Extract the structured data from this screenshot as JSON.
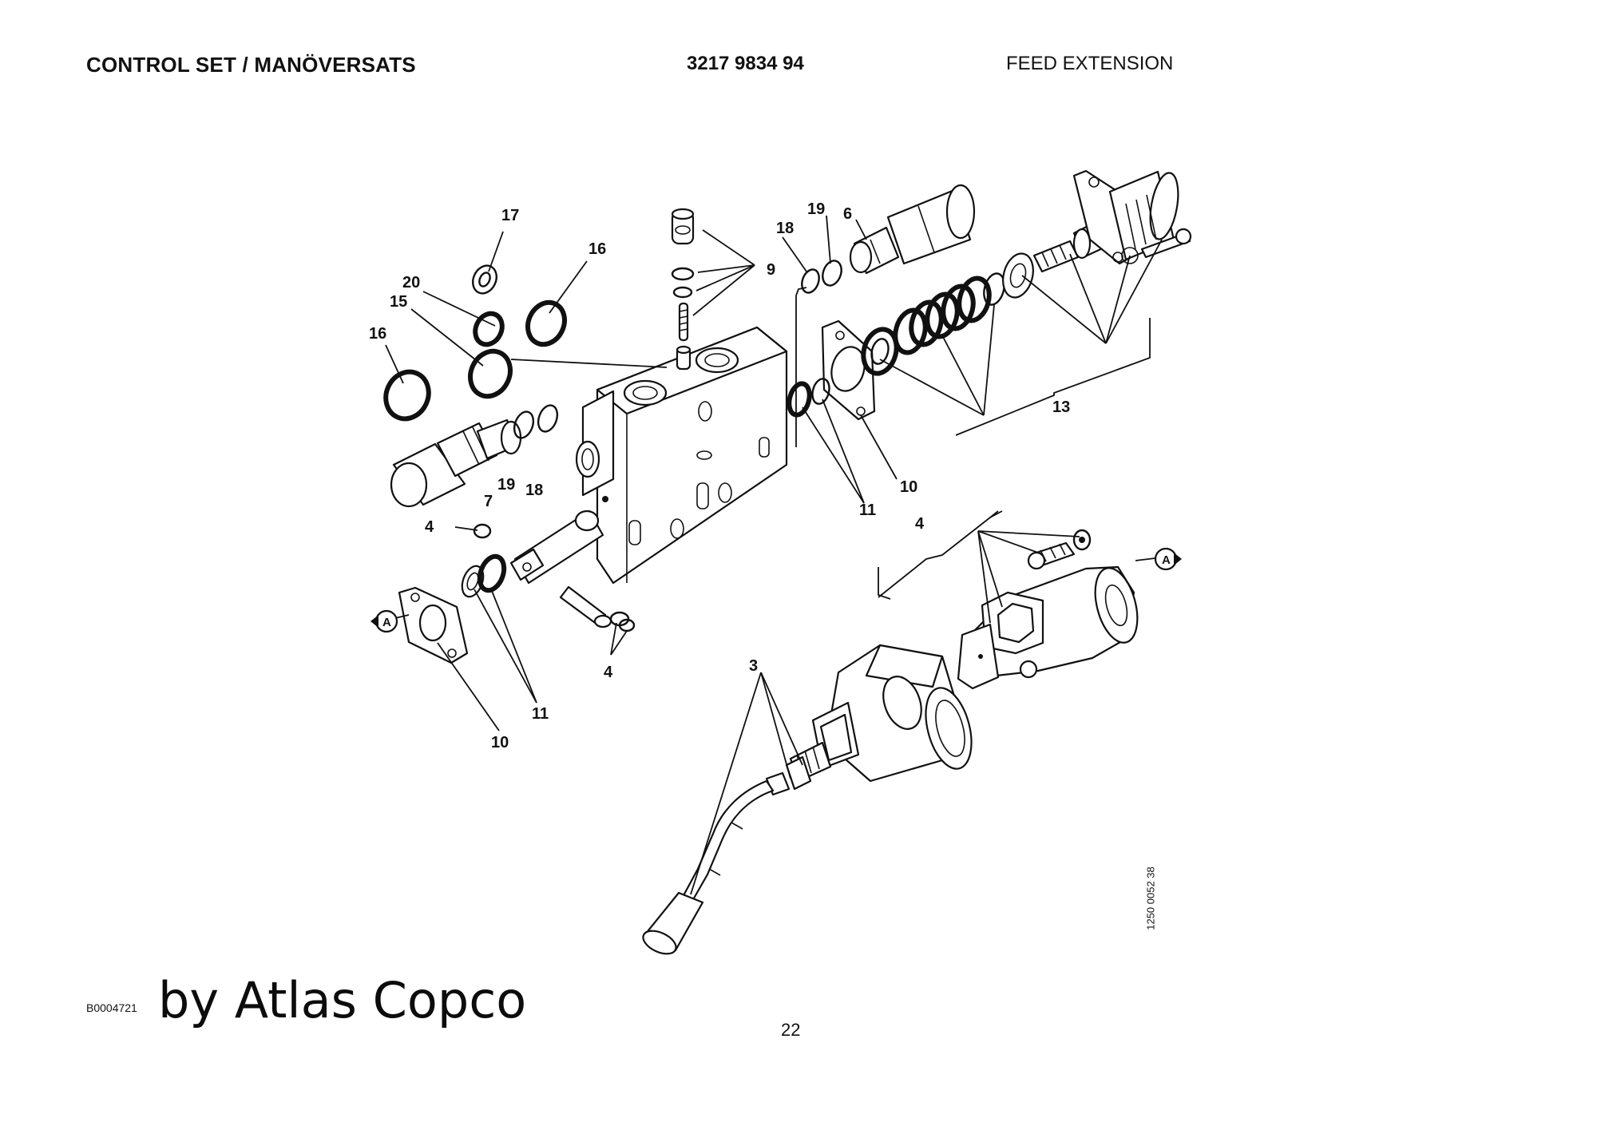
{
  "header": {
    "title": "CONTROL SET / MANÖVERSATS",
    "part_number": "3217 9834 94",
    "section": "FEED EXTENSION"
  },
  "figure": {
    "drawing_reference": "1250 0052 38",
    "callouts": [
      {
        "id": "c17",
        "label": "17"
      },
      {
        "id": "c16-top",
        "label": "16"
      },
      {
        "id": "c20",
        "label": "20"
      },
      {
        "id": "c15",
        "label": "15"
      },
      {
        "id": "c16-left",
        "label": "16"
      },
      {
        "id": "c19-left",
        "label": "19"
      },
      {
        "id": "c18-left",
        "label": "18"
      },
      {
        "id": "c7",
        "label": "7"
      },
      {
        "id": "c9",
        "label": "9"
      },
      {
        "id": "c18-top",
        "label": "18"
      },
      {
        "id": "c19-top",
        "label": "19"
      },
      {
        "id": "c6",
        "label": "6"
      },
      {
        "id": "c13",
        "label": "13"
      },
      {
        "id": "c10-right",
        "label": "10"
      },
      {
        "id": "c11-mid",
        "label": "11"
      },
      {
        "id": "c4-top",
        "label": "4"
      },
      {
        "id": "c4-bottom",
        "label": "4"
      },
      {
        "id": "c11-bottom",
        "label": "11"
      },
      {
        "id": "c10-bottom",
        "label": "10"
      },
      {
        "id": "c4-right",
        "label": "4"
      },
      {
        "id": "c3",
        "label": "3"
      }
    ],
    "markers": [
      {
        "id": "marker-a-left",
        "label": "A"
      },
      {
        "id": "marker-a-right",
        "label": "A"
      }
    ]
  },
  "footer": {
    "document_code": "B0004721",
    "brand": "by Atlas Copco",
    "page_number": "22"
  }
}
